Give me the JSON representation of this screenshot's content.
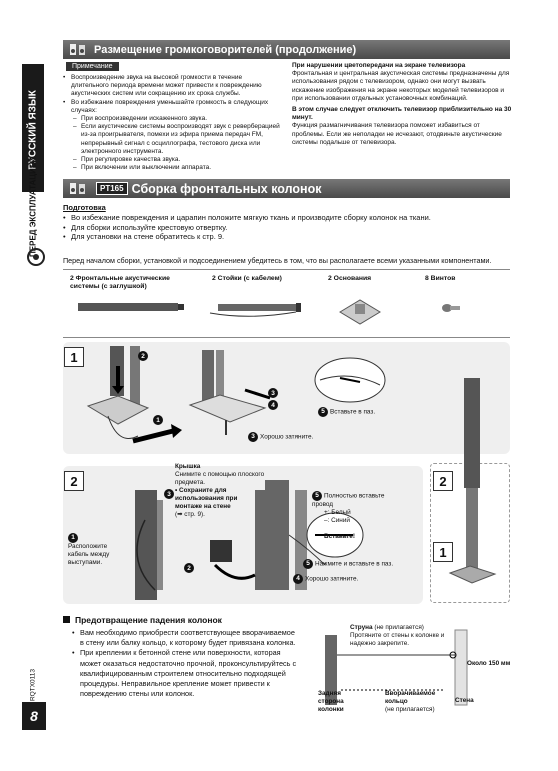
{
  "sidebar": {
    "language": "РУССКИЙ ЯЗЫК",
    "section": "ПЕРЕД ЭКСПЛУАТАЦИЕЙ",
    "doc_code": "RQTX0113",
    "page_number": "8"
  },
  "section1": {
    "title": "Размещение громкоговорителей (продолжение)",
    "note_label": "Примечание",
    "left_items": [
      {
        "type": "b",
        "text": "Воспроизведение звука на высокой громкости в течение длительного периода времени может привести к повреждению акустических систем или сокращению их срока службы."
      },
      {
        "type": "b",
        "text": "Во избежание повреждения уменьшайте громкость в следующих случаях:"
      },
      {
        "type": "d",
        "text": "При воспроизведении искаженного звука."
      },
      {
        "type": "d",
        "text": "Если акустические системы воспроизводят звук с реверберацией из-за проигрывателя, помехи из эфира приема передач FM, непрерывный сигнал с осциллографа, тестового диска или электронного инструмента."
      },
      {
        "type": "d",
        "text": "При регулировке качества звука."
      },
      {
        "type": "d",
        "text": "При включении или выключении аппарата."
      }
    ],
    "right_heading1": "При нарушении цветопередачи на экране телевизора",
    "right_text1": "Фронтальная и центральная акустическая системы предназначены для использования рядом с телевизором, однако они могут вызвать искажение изображения на экране некоторых моделей телевизоров и при использовании отдельных установочных комбинаций.",
    "right_heading2": "В этом случае следует отключить телевизор приблизительно на 30 минут.",
    "right_text2": "Функция размагничивания телевизора поможет избавиться от проблемы. Если же неполадки не исчезают, отодвиньте акустические системы подальше от телевизора."
  },
  "section2": {
    "badge": "PT165",
    "title": "Сборка фронтальных колонок",
    "prep_heading": "Подготовка",
    "prep_items": [
      "Во избежание повреждения и царапин положите мягкую ткань и производите сборку колонок на ткани.",
      "Для сборки используйте крестовую отвертку.",
      "Для установки на стене обратитесь к стр. 9."
    ],
    "intro": "Перед началом сборки, установкой и подсоединением убедитесь в том, что вы располагаете всеми указанными компонентами.",
    "components": [
      {
        "label": "2 Фронтальные акустические системы (с заглушкой)"
      },
      {
        "label": "2 Стойки (с кабелем)"
      },
      {
        "label": "2 Основания"
      },
      {
        "label": "8 Винтов"
      }
    ]
  },
  "step1": {
    "num": "1",
    "insert_label": "Вставьте в паз.",
    "tighten_label": "Хорошо затяните.",
    "marks": [
      "1",
      "2",
      "3",
      "4",
      "5"
    ]
  },
  "step2": {
    "num": "2",
    "lid_label": "Крышка",
    "lid_text": "Снимите с помощью плоского предмета.",
    "keep_label": "Сохраните для использования при монтаже на стене",
    "keep_ref": "(➡ стр. 9).",
    "route_label": "Расположите кабель между выступами.",
    "fully_insert": "Полностью вставьте провод",
    "white": "+: Белый",
    "blue": "–: Синий",
    "inserted": "Вставьте!",
    "press_label": "Нажмите и вставьте в паз.",
    "tighten_label": "Хорошо затяните.",
    "marks": [
      "1",
      "2",
      "3",
      "4",
      "5"
    ]
  },
  "side_steps": [
    "2",
    "1"
  ],
  "prevention": {
    "title": "Предотвращение падения колонок",
    "items": [
      "Вам необходимо приобрести соответствующее вворачиваемое в стену или балку кольцо, к которому будет привязана колонка.",
      "При креплении к бетонной стене или поверхности, которая может оказаться недостаточно прочной, проконсультируйтесь с квалифицированным строителем относительно подходящей процедуры. Неправильное крепление может привести к повреждению стены или колонок."
    ],
    "string_label": "Струна",
    "string_note": "(не прилагается)",
    "string_text": "Протяните от стены к колонке и надежно закрепите.",
    "distance": "Около 150 мм",
    "rear_label": "Задняя сторона колонки",
    "ring_label": "Вворачиваемое кольцо",
    "ring_note": "(не прилагается)",
    "wall_label": "Стена"
  }
}
